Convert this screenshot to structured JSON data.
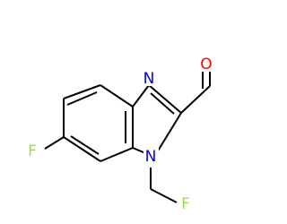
{
  "molecule": {
    "atoms": {
      "f_ring": {
        "symbol": "F",
        "color": "#90e050"
      },
      "n_imine": {
        "symbol": "N",
        "color": "#0000ff"
      },
      "n_amine": {
        "symbol": "N",
        "color": "#0000ff"
      },
      "o_aldehyde": {
        "symbol": "O",
        "color": "#ff0000"
      },
      "f_methyl": {
        "symbol": "F",
        "color": "#90e050"
      }
    },
    "bond_color": "#000000",
    "background": "#ffffff"
  }
}
